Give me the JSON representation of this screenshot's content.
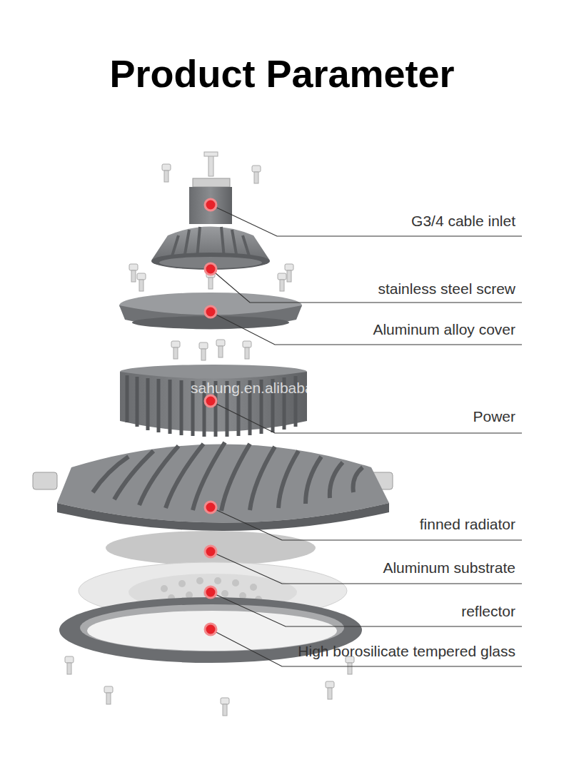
{
  "diagram": {
    "title": "Product Parameter",
    "labels": [
      "G3/4 cable inlet",
      "stainless steel screw",
      "Aluminum alloy cover",
      "Power",
      "finned radiator",
      "Aluminum substrate",
      "reflector",
      "High borosilicate tempered glass",
      "sahung.en.alibaba.com"
    ]
  }
}
